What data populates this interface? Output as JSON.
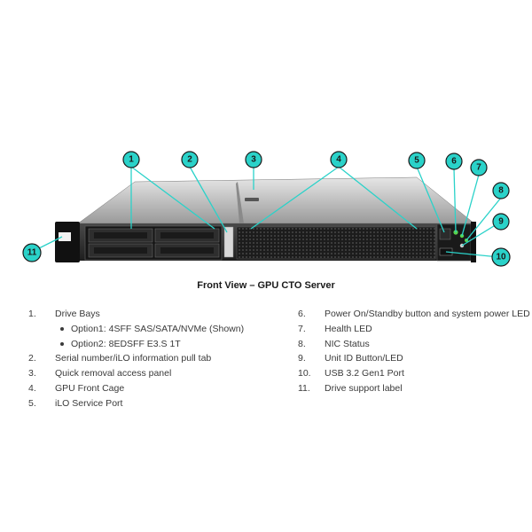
{
  "caption": "Front View – GPU CTO Server",
  "callout_numbers": [
    "1",
    "2",
    "3",
    "4",
    "5",
    "6",
    "7",
    "8",
    "9",
    "10",
    "11"
  ],
  "left_list": [
    {
      "num": "1.",
      "text": "Drive Bays"
    },
    {
      "bullet": true,
      "text": "Option1: 4SFF SAS/SATA/NVMe (Shown)"
    },
    {
      "bullet": true,
      "text": "Option2: 8EDSFF E3.S 1T"
    },
    {
      "num": "2.",
      "text": "Serial number/iLO information pull tab"
    },
    {
      "num": "3.",
      "text": "Quick removal access panel"
    },
    {
      "num": "4.",
      "text": "GPU Front Cage"
    },
    {
      "num": "5.",
      "text": "iLO Service Port"
    }
  ],
  "right_list": [
    {
      "num": "6.",
      "text": "Power On/Standby button and system power LED"
    },
    {
      "num": "7.",
      "text": "Health LED"
    },
    {
      "num": "8.",
      "text": "NIC Status"
    },
    {
      "num": "9.",
      "text": "Unit ID Button/LED"
    },
    {
      "num": "10.",
      "text": "USB 3.2 Gen1 Port"
    },
    {
      "num": "11.",
      "text": "Drive support label"
    }
  ],
  "colors": {
    "accent": "#2ad2c9",
    "chassis": "#3a3a3a",
    "text": "#3a3a3a"
  }
}
